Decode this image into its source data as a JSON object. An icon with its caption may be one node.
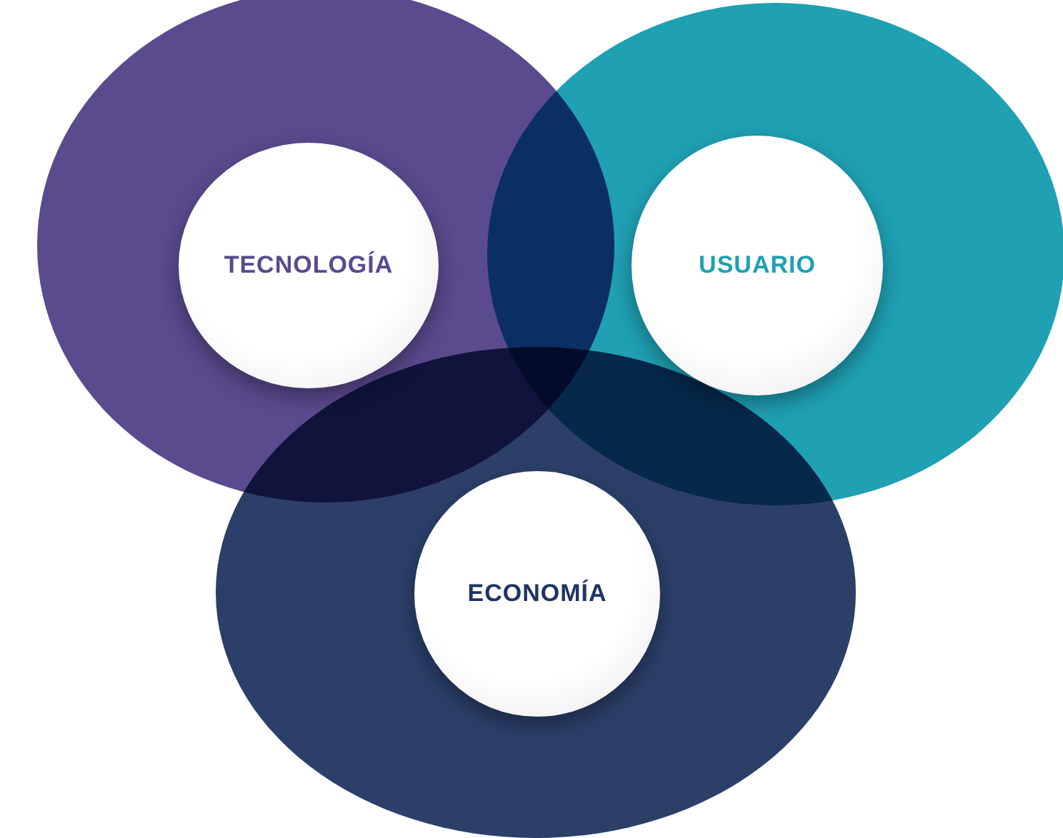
{
  "diagram": {
    "nodes": [
      {
        "text": [
          "TECNOLOGÍA"
        ]
      },
      {
        "text": [
          "USUARIO"
        ]
      },
      {
        "text": [
          "ECONOMÍA"
        ]
      }
    ],
    "edges": []
  }
}
